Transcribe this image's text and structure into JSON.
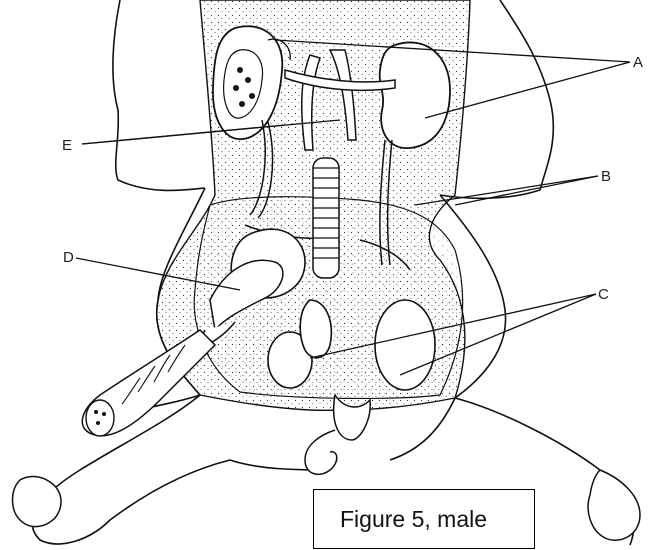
{
  "labels": {
    "a": "A",
    "b": "B",
    "c": "C",
    "d": "D",
    "e": "E"
  },
  "caption": "Figure 5, male"
}
